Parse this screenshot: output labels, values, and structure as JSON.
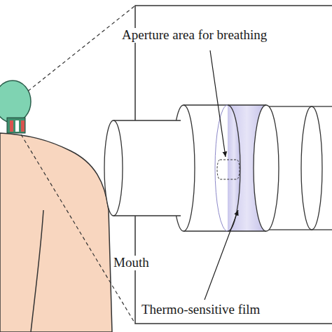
{
  "diagram": {
    "labels": [
      "Aperture area for breathing",
      "Mouth",
      "Thermo-sensitive film"
    ]
  }
}
